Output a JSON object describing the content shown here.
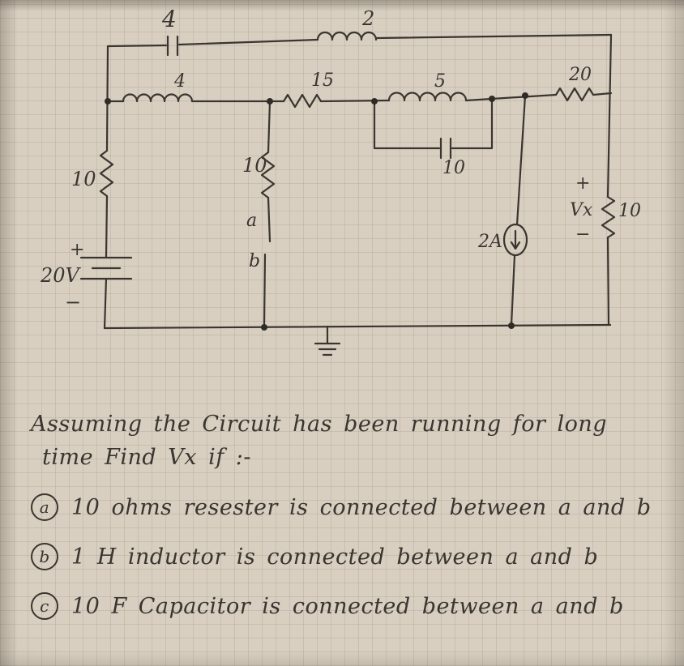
{
  "page": {
    "bg": "#d8cfc0",
    "ink": "#3a3530"
  },
  "circuit": {
    "labels": {
      "cap_top": "4",
      "ind_top": "2",
      "ind_row2": "4",
      "res_15": "15",
      "ind_5": "5",
      "res_20": "20",
      "cap_10": "10",
      "res_left": "10",
      "res_mid": "10",
      "term_a": "a",
      "term_b": "b",
      "battery_plus": "+",
      "battery_value": "20V",
      "battery_minus": "−",
      "source_value": "2A",
      "vx_plus": "+",
      "vx_label": "Vx",
      "vx_minus": "−",
      "res_right": "10"
    }
  },
  "problem": {
    "line1": "Assuming the Circuit has been running for long",
    "line2": "time Find Vx if :-",
    "items": [
      {
        "bullet": "a",
        "text": "10 ohms resester is connected between a and b"
      },
      {
        "bullet": "b",
        "text": "1 H inductor is connected between a and b"
      },
      {
        "bullet": "c",
        "text": "10 F Capacitor is connected between a and b"
      }
    ]
  }
}
